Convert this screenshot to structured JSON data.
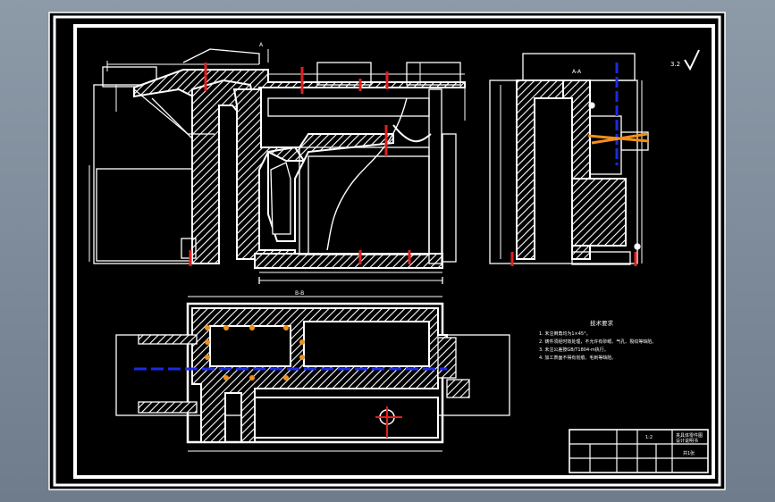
{
  "colors": {
    "background": "#7f8c9b",
    "sheet": "#000000",
    "line": "#ffffff",
    "marker_red": "#e02020",
    "marker_blue": "#1a2be0",
    "marker_orange": "#f0901a"
  },
  "labels": {
    "roughness": "3.2",
    "section_view_a": "A-A",
    "section_view_b": "B-B",
    "top_detail": "A",
    "notes_title": "技术要求",
    "scale": "1:2"
  },
  "notes": [
    "1. 未注倒角均为1×45°。",
    "2. 铸件须经时效处理，不允许有砂眼、气孔、裂纹等缺陷。",
    "3. 未注公差按GB/T1804-m执行。",
    "4. 加工表面不得有划痕、毛刺等缺陷。"
  ],
  "title_block": {
    "title_line1": "夹具体零件图",
    "title_line2": "设计说明书",
    "scale_label": "1:2",
    "sheet_label": "共1张"
  }
}
